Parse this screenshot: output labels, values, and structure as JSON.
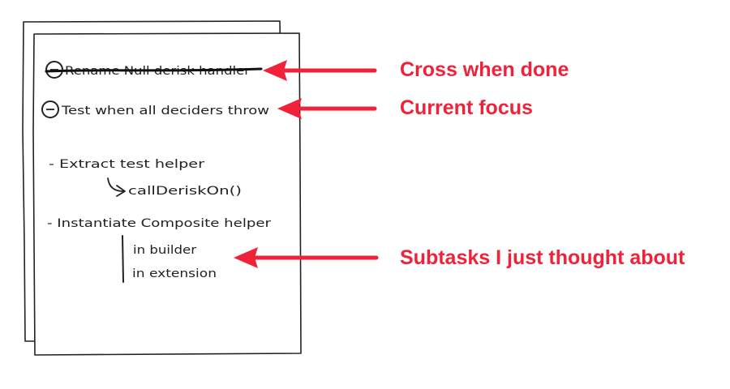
{
  "notes": {
    "done_item": "Rename Null derisk handler",
    "focus_item": "Test when all deciders throw",
    "subtask_1": "- Extract test helper",
    "subtask_1_detail": "callDeriskOn()",
    "subtask_2": "- Instantiate Composite helper",
    "subtask_2_detail_a": "in builder",
    "subtask_2_detail_b": "in extension"
  },
  "callouts": {
    "cross": "Cross when done",
    "focus": "Current focus",
    "subtasks": "Subtasks I just thought about"
  },
  "colors": {
    "accent": "#f0223a",
    "ink": "#222222",
    "paper": "#ffffff"
  }
}
